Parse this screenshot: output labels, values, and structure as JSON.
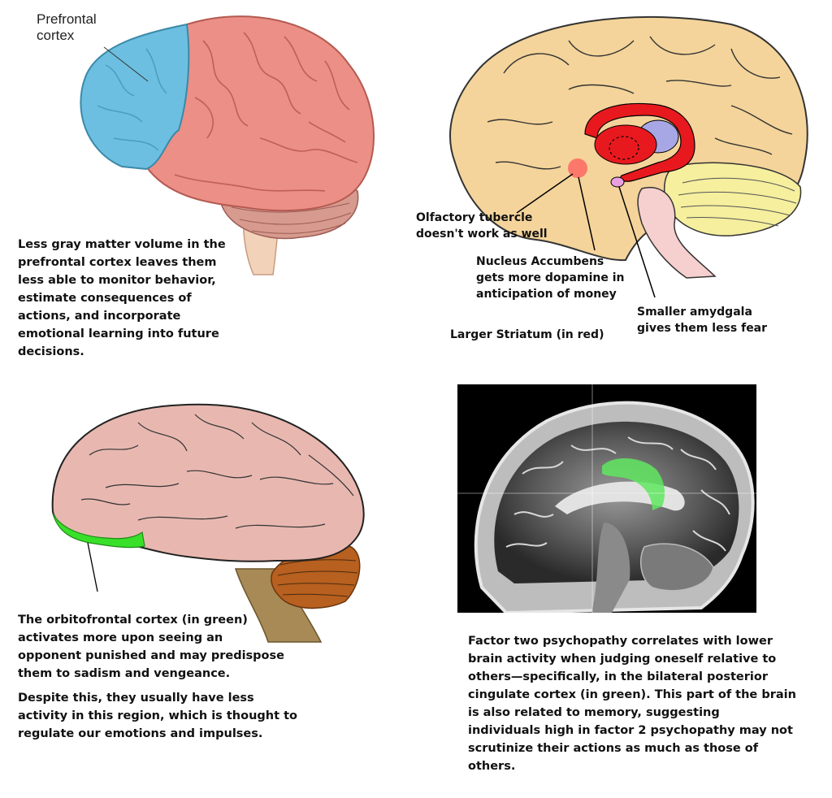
{
  "panel_prefrontal": {
    "label": "Prefrontal\ncortex",
    "caption": "Less gray matter volume in the\nprefrontal cortex leaves them\nless able to monitor behavior,\nestimate consequences of\nactions, and incorporate\nemotional learning into future\ndecisions.",
    "colors": {
      "prefrontal": "#6cbfe0",
      "cortex": "#ec8f86"
    }
  },
  "panel_striatum": {
    "olfactory": "Olfactory tubercle\ndoesn't work as well",
    "accumbens": "Nucleus Accumbens\ngets more dopamine in\nanticipation of money",
    "amygdala": "Smaller amydgala\ngives them less fear",
    "striatum": "Larger Striatum (in red)",
    "colors": {
      "brain": "#f4d49a",
      "striatum": "#e8191e",
      "thalamus": "#a7a7e6",
      "cerebellum": "#f5ef9e",
      "brainstem": "#f6cfcf"
    }
  },
  "panel_orbitofrontal": {
    "caption1": "The orbitofrontal cortex (in green)\nactivates more upon seeing an\nopponent punished and may predispose\nthem to sadism and vengeance.",
    "caption2": "Despite this, they usually have less\nactivity in this region, which is thought to\nregulate our emotions and impulses.",
    "colors": {
      "cortex": "#e8b8b0",
      "orbitofrontal": "#39e02a",
      "cerebellum": "#b7601f",
      "brainstem": "#a78a55"
    }
  },
  "panel_mri": {
    "caption": "Factor two psychopathy correlates with lower\nbrain activity when judging oneself relative to\nothers—specifically, in the bilateral posterior\ncingulate cortex (in green). This part of the brain\nis also related to memory, suggesting\nindividuals high in factor 2 psychopathy may not\nscrutinize their actions as much as those of\nothers.",
    "colors": {
      "highlight": "#5fe65f"
    }
  }
}
